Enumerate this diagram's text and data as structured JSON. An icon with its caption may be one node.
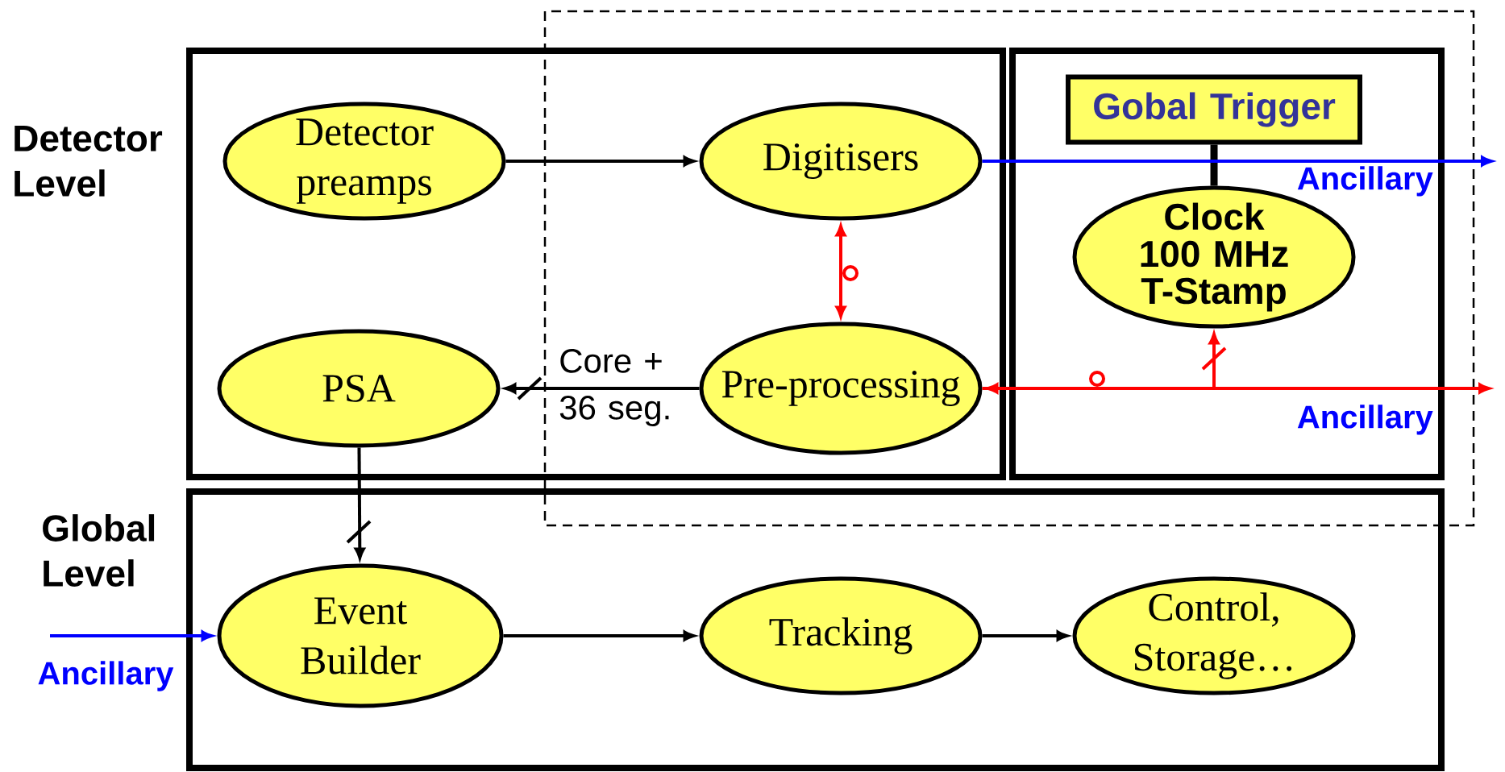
{
  "diagram": {
    "nodes": [
      {
        "text": [],
        "shape": "box"
      },
      {
        "text": [],
        "shape": "box"
      },
      {
        "text": [
          "Detector preamps"
        ],
        "in": 0
      },
      {
        "text": [
          "Digitisers"
        ],
        "in": 0
      },
      {
        "text": [
          "Gobal Trigger"
        ],
        "in": 1
      },
      {
        "text": [
          "Clock 100 MHz T-Stamp"
        ],
        "in": 1
      },
      {
        "text": [
          "PSA"
        ],
        "in": 0
      },
      {
        "text": [
          "Pre-processing"
        ],
        "in": 0
      },
      {
        "text": [],
        "shape": "box"
      },
      {
        "text": [
          "Event Builder"
        ],
        "in": 8
      },
      {
        "text": [
          "Tracking"
        ],
        "in": 8
      },
      {
        "text": [
          "Control, Storage…"
        ],
        "in": 8
      }
    ],
    "edges": [
      {
        "from": 2,
        "to": 3,
        "arrow": "to"
      },
      {
        "from": 3,
        "to": 7,
        "arrow": "both",
        "color": "#ff0000"
      },
      {
        "from": 7,
        "to": 6,
        "arrow": "to",
        "label": "Core + 36 seg."
      },
      {
        "from": 4,
        "to": 5,
        "arrow": "none",
        "style": "thick"
      },
      {
        "from": 3,
        "to": null,
        "arrow": "to",
        "color": "#0000ff",
        "label": "Ancillary"
      },
      {
        "from": 7,
        "to": null,
        "arrow": "both",
        "color": "#ff0000",
        "label": "Ancillary"
      },
      {
        "from": 7,
        "to": 5,
        "arrow": "to",
        "color": "#ff0000"
      },
      {
        "from": 6,
        "to": 9,
        "arrow": "to"
      },
      {
        "from": null,
        "to": 9,
        "arrow": "to",
        "color": "#0000ff",
        "label": "Ancillary"
      },
      {
        "from": 9,
        "to": 10,
        "arrow": "to"
      },
      {
        "from": 10,
        "to": 11,
        "arrow": "to"
      }
    ],
    "labels": [
      "Detector Level",
      "Global Level"
    ]
  }
}
